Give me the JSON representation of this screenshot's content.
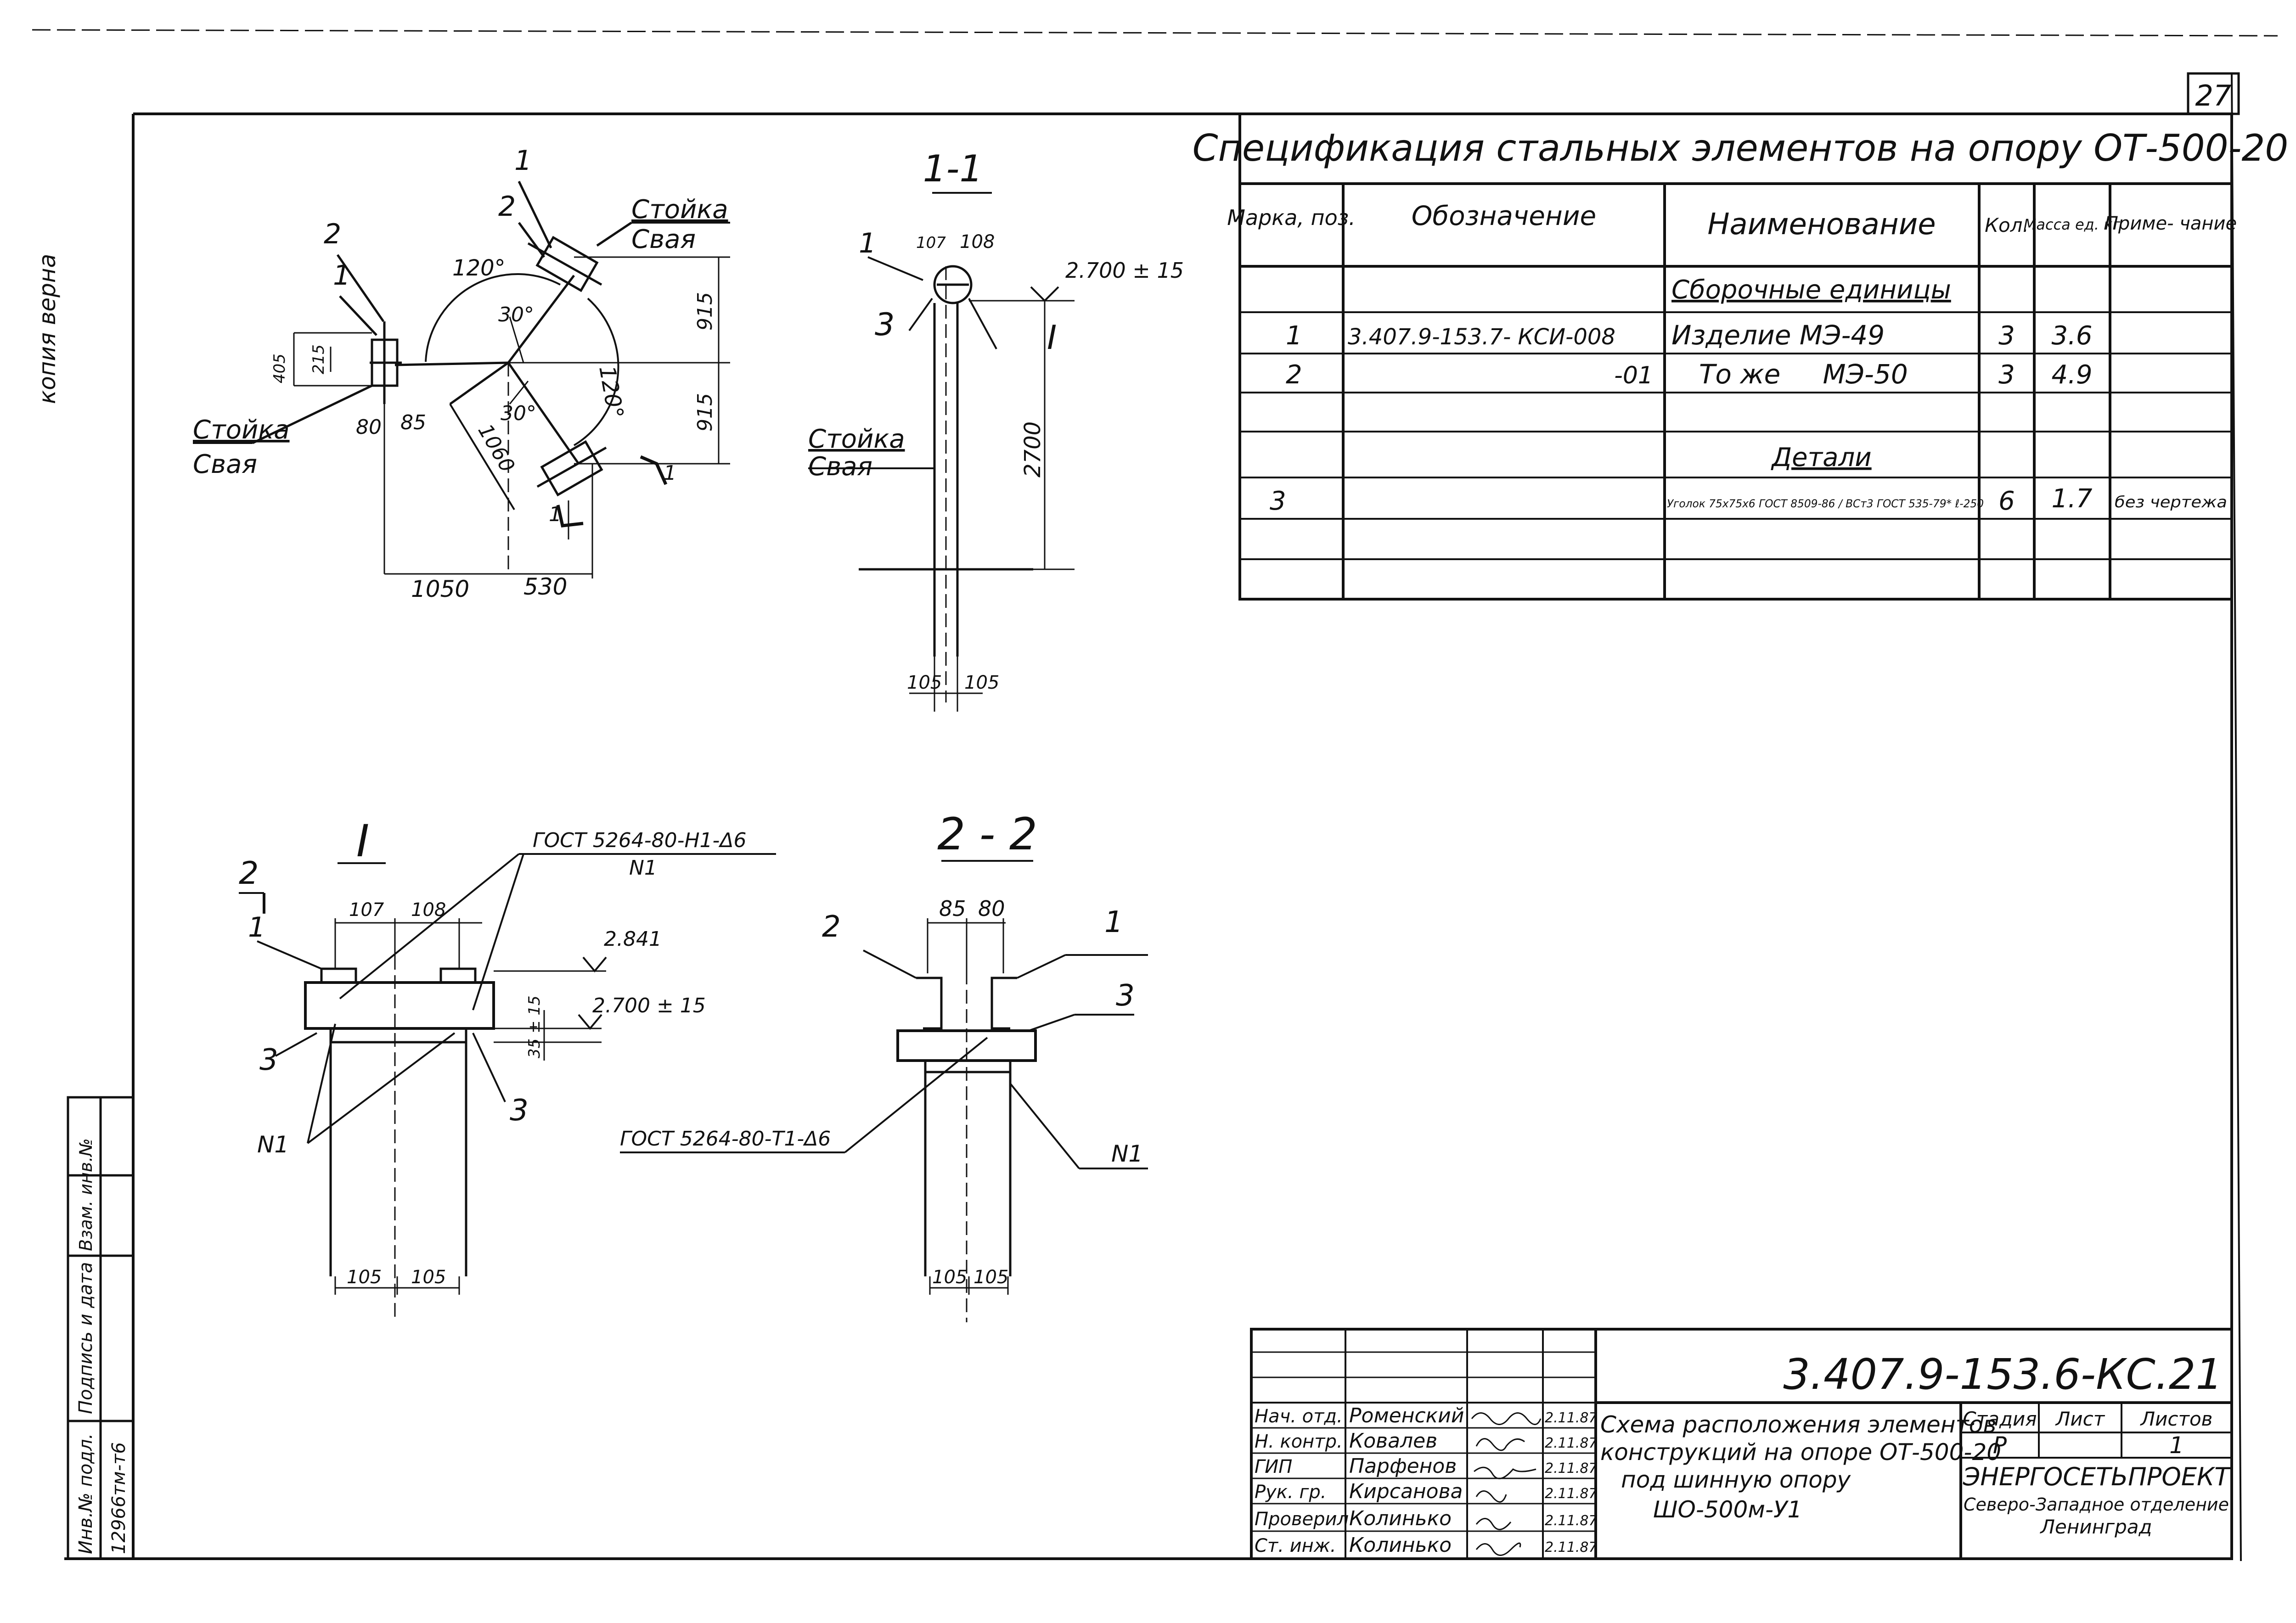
{
  "sheet": {
    "number": "27",
    "side_notes": [
      "копия верна",
      "Инв.№ подл.",
      "Подпись и дата",
      "Взам. инв.№"
    ],
    "inventory_number": "12966тм-т6"
  },
  "spec": {
    "title": "Спецификация стальных элементов на опору ОТ-500-20",
    "headers": [
      "Марка, поз.",
      "Обозначение",
      "Наименование",
      "Кол.",
      "Масса ед. кг",
      "Приме- чание"
    ],
    "rows": [
      {
        "pos": "",
        "code": "",
        "name": "Сборочные единицы",
        "qty": "",
        "mass": "",
        "note": ""
      },
      {
        "pos": "1",
        "code": "3.407.9-153.7- КСИ-008",
        "name": "Изделие  МЭ-49",
        "qty": "3",
        "mass": "3.6",
        "note": ""
      },
      {
        "pos": "2",
        "code": "-01",
        "name": "То же     МЭ-50",
        "qty": "3",
        "mass": "4.9",
        "note": ""
      },
      {
        "pos": "",
        "code": "",
        "name": "",
        "qty": "",
        "mass": "",
        "note": ""
      },
      {
        "pos": "",
        "code": "",
        "name": "Детали",
        "qty": "",
        "mass": "",
        "note": ""
      },
      {
        "pos": "3",
        "code": "",
        "name": "Уголок 75x75x6 ГОСТ 8509-86 / ВСт3 ГОСТ 535-79*  ℓ-250",
        "qty": "6",
        "mass": "1.7",
        "note": "без чертежа"
      },
      {
        "pos": "",
        "code": "",
        "name": "",
        "qty": "",
        "mass": "",
        "note": ""
      }
    ]
  },
  "plan": {
    "labels": {
      "stoyka": "Стойка",
      "svaya": "Свая",
      "pos1": "1",
      "pos2": "2",
      "angle120a": "120°",
      "angle120b": "120°",
      "angle30a": "30°",
      "angle30b": "30°",
      "cut1": "1",
      "cut2": "2"
    },
    "dims": {
      "d915a": "915",
      "d915b": "915",
      "d405": "405",
      "d215": "215",
      "d80": "80",
      "d85": "85",
      "d1060": "1060",
      "d1050": "1050",
      "d530": "530"
    }
  },
  "section11": {
    "title": "1-1",
    "labels": {
      "pos1": "1",
      "pos3": "3",
      "ref": "I",
      "stoyka": "Стойка",
      "svaya": "Свая"
    },
    "dims": {
      "d107": "107",
      "d108": "108",
      "elev": "2.700 ± 15",
      "d2700": "2700",
      "d105a": "105",
      "d105b": "105"
    }
  },
  "detailI": {
    "title": "I",
    "weld_top": "ГОСТ 5264-80-Н1-Δ6",
    "weld_top_n": "N1",
    "labels": {
      "cut2": "2",
      "pos1": "1",
      "pos3a": "3",
      "pos3b": "3",
      "n1": "N1"
    },
    "dims": {
      "d107": "107",
      "d108": "108",
      "elev1": "2.841",
      "elev2": "2.700 ± 15",
      "d35": "35 ± 15",
      "d105a": "105",
      "d105b": "105"
    }
  },
  "section22": {
    "title": "2 - 2",
    "weld": "ГОСТ 5264-80-Т1-Δ6",
    "labels": {
      "pos2": "2",
      "pos1": "1",
      "pos3": "3",
      "n1": "N1"
    },
    "dims": {
      "d85": "85",
      "d80": "80",
      "d105a": "105",
      "d105b": "105"
    }
  },
  "titleblock": {
    "doc_code": "3.407.9-153.6-КС.21",
    "title": "Схема расположения элементов конструкций на опоре ОТ-500-20 под шинную опору ШО-500м-У1",
    "stage_header": "Стадия",
    "sheet_header": "Лист",
    "sheets_header": "Листов",
    "stage": "Р",
    "sheet": "",
    "sheets": "1",
    "org": "ЭНЕРГОСЕТЬПРОЕКТ",
    "org_sub": "Северо-Западное отделение",
    "city": "Ленинград",
    "people": [
      {
        "role": "Нач. отд.",
        "name": "Роменский",
        "date": "2.11.87"
      },
      {
        "role": "Н. контр.",
        "name": "Ковалев",
        "date": "2.11.87"
      },
      {
        "role": "ГИП",
        "name": "Парфенов",
        "date": "2.11.87"
      },
      {
        "role": "Рук. гр.",
        "name": "Кирсанова",
        "date": "2.11.87"
      },
      {
        "role": "Проверил",
        "name": "Колинько",
        "date": "2.11.87"
      },
      {
        "role": "Ст. инж.",
        "name": "Колинько",
        "date": "2.11.87"
      }
    ]
  }
}
